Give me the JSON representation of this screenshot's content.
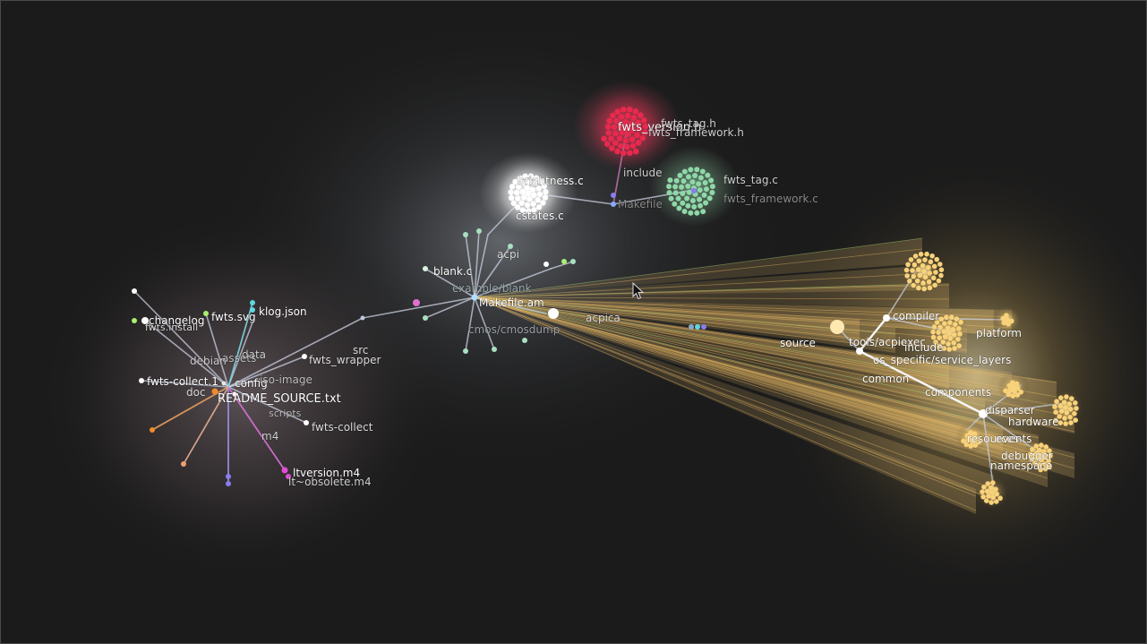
{
  "colors": {
    "background": "#1b1b1b",
    "edge": "#c9cfe0",
    "beam": "#f2c066",
    "beam_green": "#b6e07a",
    "red_cluster": "#e8294e",
    "green_cluster": "#8fd8a8",
    "white_cluster": "#ffffff",
    "yellow_cluster": "#f8d27a",
    "orange": "#f08a2c",
    "pink": "#e04ed6",
    "purple": "#8a7cf0",
    "cyan": "#5fd8e0",
    "lime": "#a8f070"
  },
  "cursor_icon": "pointer-arrow-icon",
  "labels": [
    {
      "id": "fwts_version_h",
      "text": "fwts_version.h"
    },
    {
      "id": "fwts_tag_h",
      "text": "fwts_tag.h"
    },
    {
      "id": "fwts_framework_h",
      "text": "fwts_framework.h"
    },
    {
      "id": "include_top",
      "text": "include"
    },
    {
      "id": "fwts_tag_c",
      "text": "fwts_tag.c"
    },
    {
      "id": "fwts_framework_c",
      "text": "fwts_framework.c"
    },
    {
      "id": "makefile_top",
      "text": "Makefile"
    },
    {
      "id": "brightness_c",
      "text": "brightness.c"
    },
    {
      "id": "cstates_c",
      "text": "cstates.c"
    },
    {
      "id": "acpi",
      "text": "acpi"
    },
    {
      "id": "blank_c",
      "text": "blank.c"
    },
    {
      "id": "example_blank",
      "text": "example/blank"
    },
    {
      "id": "makefile_am",
      "text": "Makefile.am"
    },
    {
      "id": "cmos_cmosdump",
      "text": "cmos/cmosdump"
    },
    {
      "id": "acpica",
      "text": "acpica"
    },
    {
      "id": "src",
      "text": "src"
    },
    {
      "id": "fwts_wrapper",
      "text": "fwts_wrapper"
    },
    {
      "id": "klog_json",
      "text": "klog.json"
    },
    {
      "id": "fwts_svg",
      "text": "fwts.svg"
    },
    {
      "id": "changelog",
      "text": "changelog"
    },
    {
      "id": "fwts_install",
      "text": "fwts.install"
    },
    {
      "id": "data",
      "text": "data"
    },
    {
      "id": "assets",
      "text": "assets"
    },
    {
      "id": "debian",
      "text": "debian"
    },
    {
      "id": "fwts_collect_1",
      "text": "fwts-collect.1"
    },
    {
      "id": "doc",
      "text": "doc"
    },
    {
      "id": "config",
      "text": "config"
    },
    {
      "id": "readme_source",
      "text": "README_SOURCE.txt"
    },
    {
      "id": "iso_image",
      "text": "iso-image"
    },
    {
      "id": "scripts",
      "text": "scripts"
    },
    {
      "id": "fwts_collect",
      "text": "fwts-collect"
    },
    {
      "id": "m4",
      "text": "m4"
    },
    {
      "id": "ltversion_m4",
      "text": "ltversion.m4"
    },
    {
      "id": "lt_obsolete_m4",
      "text": "lt~obsolete.m4"
    },
    {
      "id": "compiler",
      "text": "compiler"
    },
    {
      "id": "platform",
      "text": "platform"
    },
    {
      "id": "source",
      "text": "source"
    },
    {
      "id": "tools_acpiexec",
      "text": "tools/acpiexec"
    },
    {
      "id": "include_right",
      "text": "include"
    },
    {
      "id": "os_specific",
      "text": "os_specific/service_layers"
    },
    {
      "id": "common",
      "text": "common"
    },
    {
      "id": "components",
      "text": "components"
    },
    {
      "id": "disparser",
      "text": "disparser"
    },
    {
      "id": "hardware",
      "text": "hardware"
    },
    {
      "id": "resources",
      "text": "resources"
    },
    {
      "id": "events",
      "text": "events"
    },
    {
      "id": "debugger",
      "text": "debugger"
    },
    {
      "id": "namespace",
      "text": "namespace"
    }
  ]
}
